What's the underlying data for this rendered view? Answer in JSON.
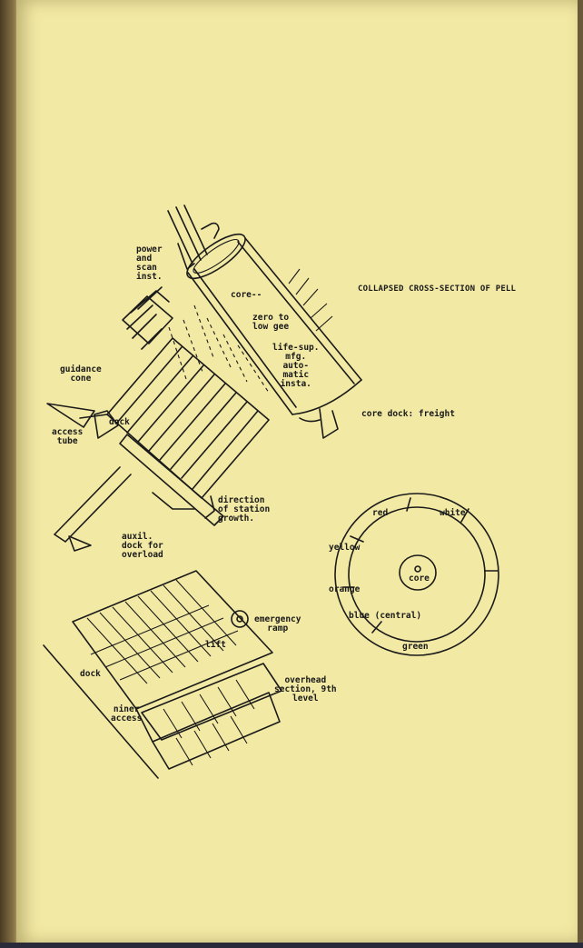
{
  "diagram": {
    "title": "COLLAPSED CROSS-SECTION OF PELL",
    "station_labels": {
      "power": "power\nand\nscan\ninst.",
      "core": "core--",
      "zero_g": "zero to\nlow gee",
      "life_sup": "life-sup.\nmfg.\nauto-\nmatic\ninsta.",
      "guidance": "guidance\ncone",
      "dock": "dock",
      "access": "access\ntube",
      "core_dock": "core dock: freight",
      "direction": "direction\nof station\ngrowth.",
      "auxil": "auxil.\ndock for\noverload"
    },
    "ring_labels": {
      "red": "red",
      "white": "white",
      "yellow": "yellow",
      "orange": "orange",
      "core": "core",
      "blue": "blue (central)",
      "green": "green"
    },
    "plan_labels": {
      "emergency": "emergency\nramp",
      "lift": "lift",
      "dock": "dock",
      "niner": "niner\naccess",
      "overhead": "overhead\nsection, 9th\nlevel"
    }
  }
}
